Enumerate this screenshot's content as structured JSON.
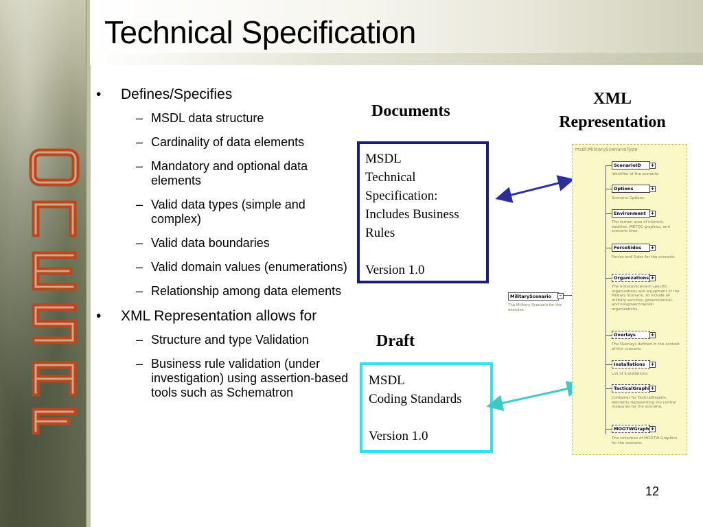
{
  "title": "Technical Specification",
  "bullets": [
    {
      "text": "Defines/Specifies",
      "subitems": [
        "MSDL data structure",
        "Cardinality of data elements",
        "Mandatory and optional data elements",
        "Valid data types (simple and complex)",
        "Valid data boundaries",
        "Valid domain values (enumerations)",
        "Relationship among data elements"
      ]
    },
    {
      "text": "XML Representation allows for",
      "subitems": [
        "Structure and type Validation",
        "Business rule validation (under investigation) using assertion-based tools such as Schematron"
      ]
    }
  ],
  "documents_heading": "Documents",
  "xml_heading": "XML Representation",
  "draft_heading": "Draft",
  "doc_box": {
    "lines": [
      "MSDL",
      "Technical",
      "Specification:",
      "Includes Business",
      "Rules",
      "",
      "Version 1.0"
    ]
  },
  "draft_box": {
    "lines": [
      "MSDL",
      "Coding Standards",
      "",
      "Version 1.0"
    ]
  },
  "schema": {
    "type_label": "msdl:MilitaryScenarioType",
    "root": {
      "name": "MilitaryScenario",
      "desc": "The Military Scenario for the exercise."
    },
    "sequence_symbol": "•••",
    "elements": [
      {
        "name": "ScenarioID",
        "desc": "Identifier of the scenario.",
        "optional": false
      },
      {
        "name": "Options",
        "desc": "Scenario Options.",
        "optional": false
      },
      {
        "name": "Environment",
        "desc": "The terrain area of interest, weather, METOC graphics, and scenario time.",
        "optional": false
      },
      {
        "name": "ForceSides",
        "desc": "Forces and Sides for the scenario.",
        "optional": false
      },
      {
        "name": "Organizations",
        "desc": "The mission/scenario specific organizations and equipment of the Military Scenario, to include all military services, governmental, and nongovernmental organizations.",
        "optional": true
      },
      {
        "name": "Overlays",
        "desc": "The Overlays defined in the context of this scenario.",
        "optional": true
      },
      {
        "name": "Installations",
        "desc": "List of Installations.",
        "optional": true
      },
      {
        "name": "TacticalGraphics",
        "desc": "Container for TacticalGraphic elements representing the control measures for the scenario.",
        "optional": true
      },
      {
        "name": "MOOTWGraphics",
        "desc": "The collection of MOOTW Graphics for the scenario.",
        "optional": true
      }
    ]
  },
  "logo_text": "ONESAF",
  "page_number": "12",
  "colors": {
    "doc_box_border": "#1b1b7a",
    "draft_box_border": "#2ee3ee",
    "doc_arrow": "#2b2f9e",
    "draft_arrow": "#3fc8c8",
    "banner": "#7f8466"
  }
}
